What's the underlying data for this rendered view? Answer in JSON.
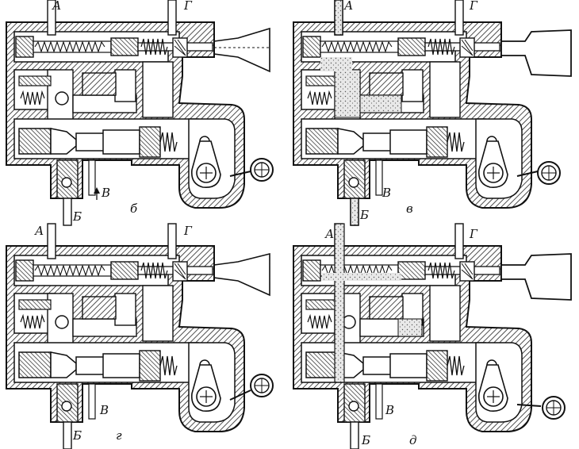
{
  "panels": [
    {
      "id": "b",
      "caption": "б",
      "labels": {
        "A": "А",
        "G": "Г",
        "B": "В",
        "Bb": "Б"
      }
    },
    {
      "id": "v",
      "caption": "в",
      "labels": {
        "A": "А",
        "G": "Г",
        "B": "В",
        "Bb": "Б"
      }
    },
    {
      "id": "g",
      "caption": "г",
      "labels": {
        "A": "А",
        "G": "Г",
        "B": "В",
        "Bb": "Б"
      }
    },
    {
      "id": "d",
      "caption": "д",
      "labels": {
        "A": "А",
        "G": "Г",
        "B": "В",
        "Bb": "Б"
      }
    }
  ],
  "colors": {
    "ink": "#111111",
    "paper": "#ffffff",
    "hatch": "#222222",
    "stipple": "#666666"
  }
}
